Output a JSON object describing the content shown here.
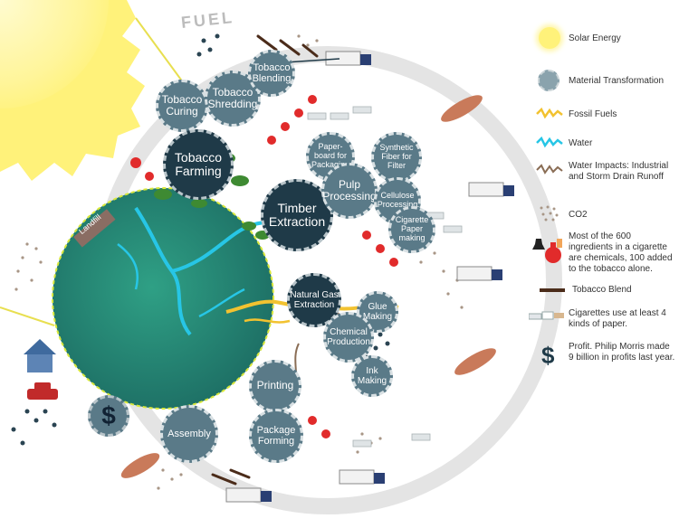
{
  "fuel_label": "FUEL",
  "landfill_label": "Landfill",
  "dollar_symbol": "$",
  "nodes": {
    "tobacco_curing": "Tobacco Curing",
    "tobacco_shredding": "Tobacco Shredding",
    "tobacco_blending": "Tobacco Blending",
    "tobacco_farming": "Tobacco Farming",
    "timber_extraction": "Timber Extraction",
    "paperboard": "Paper-board for Packaging",
    "synthetic_fiber": "Synthetic Fiber for Filter",
    "pulp_processing": "Pulp Processing",
    "cellulose_processing": "Cellulose Processing",
    "cigarette_paper": "Cigarette Paper making",
    "natural_gas": "Natural Gas Extraction",
    "glue_making": "Glue Making",
    "chemical_production": "Chemical Production",
    "ink_making": "Ink Making",
    "printing": "Printing",
    "package_forming": "Package Forming",
    "assembly": "Assembly"
  },
  "legend": {
    "solar": "Solar Energy",
    "material": "Material Transformation",
    "fossil": "Fossil Fuels",
    "water": "Water",
    "water_impacts": "Water Impacts: Industrial and Storm Drain Runoff",
    "co2": "CO2",
    "chemicals": "Most of the 600 ingredients in a cigarette are chemicals, 100 added to the tobacco alone.",
    "tobacco_blend": "Tobacco Blend",
    "paper": "Cigarettes use at least 4 kinds of paper.",
    "profit": "Profit. Philip Morris made 9 billion in profits last year."
  },
  "colors": {
    "earth": "#2a8c78",
    "dark_node": "#1f3a48",
    "light_node": "#5a7a88",
    "sun": "#fff27a",
    "ring": "#e6e6e6"
  }
}
